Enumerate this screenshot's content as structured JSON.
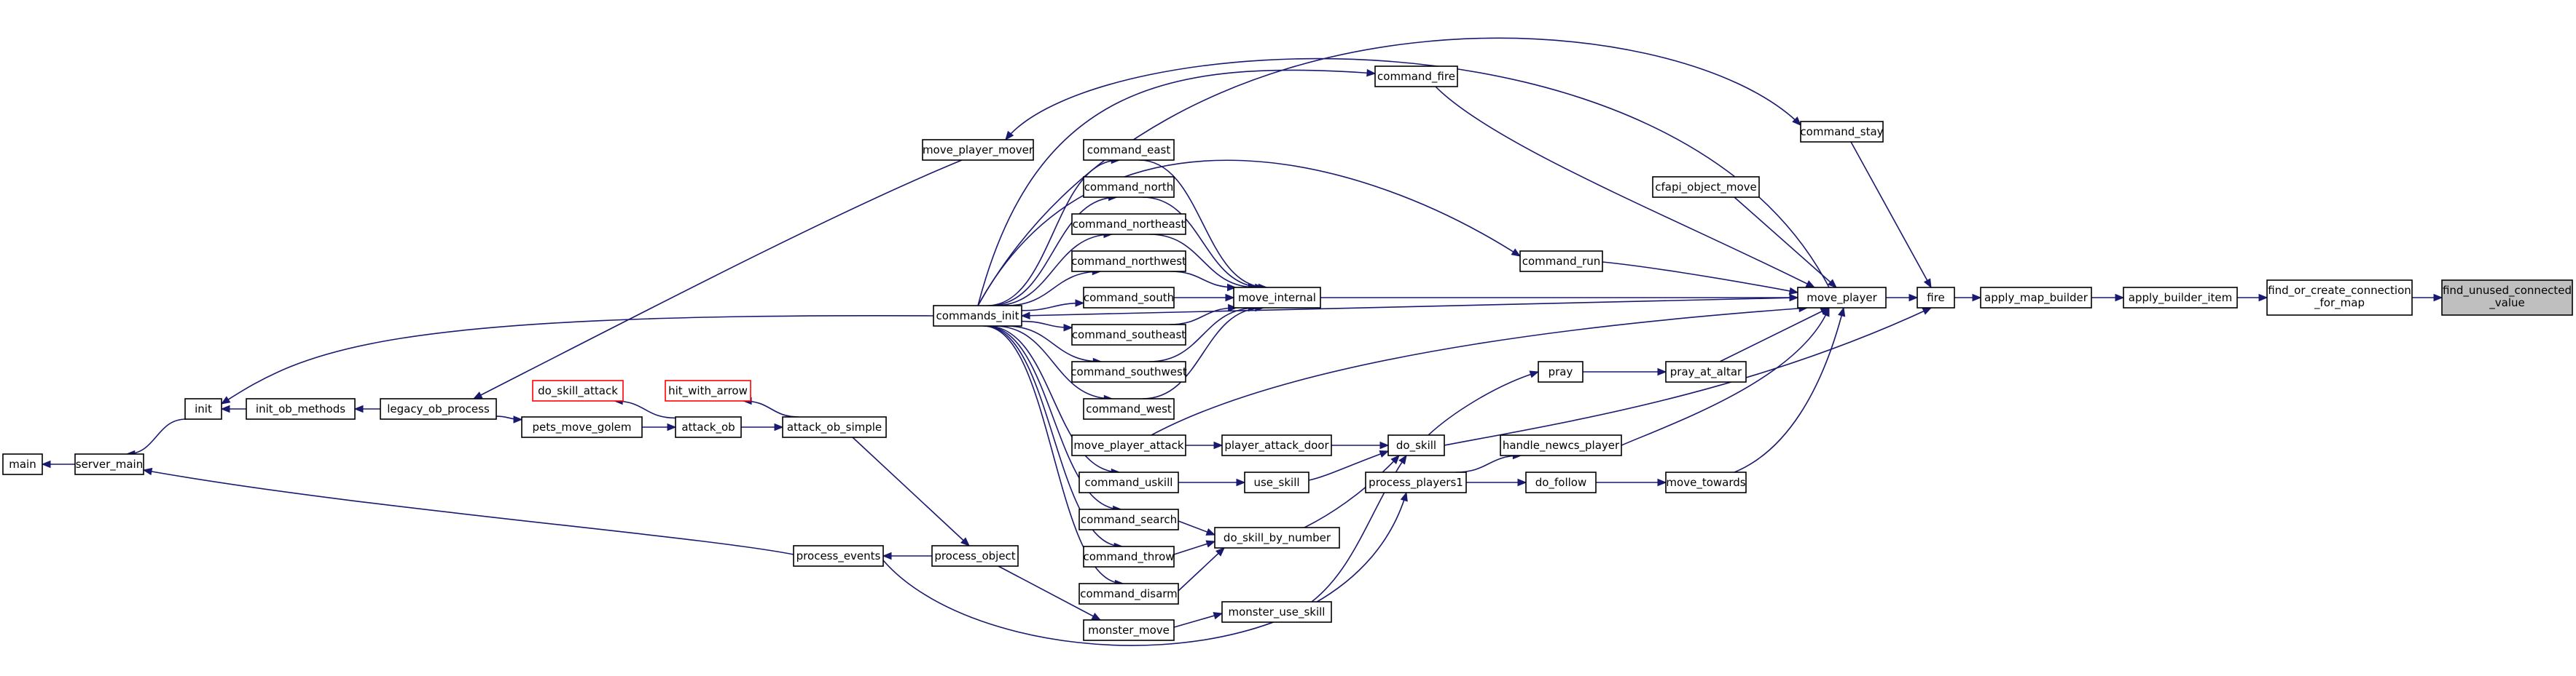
{
  "graph": {
    "title": "",
    "nodes": [
      {
        "id": "main",
        "label": "main"
      },
      {
        "id": "server_main",
        "label": "server_main"
      },
      {
        "id": "init",
        "label": "init"
      },
      {
        "id": "init_ob_methods",
        "label": "init_ob_methods"
      },
      {
        "id": "legacy_ob_process",
        "label": "legacy_ob_process"
      },
      {
        "id": "pets_move_golem",
        "label": "pets_move_golem"
      },
      {
        "id": "do_skill_attack",
        "label": "do_skill_attack",
        "style": "missing"
      },
      {
        "id": "hit_with_arrow",
        "label": "hit_with_arrow",
        "style": "missing"
      },
      {
        "id": "attack_ob",
        "label": "attack_ob"
      },
      {
        "id": "attack_ob_simple",
        "label": "attack_ob_simple"
      },
      {
        "id": "process_events",
        "label": "process_events"
      },
      {
        "id": "process_object",
        "label": "process_object"
      },
      {
        "id": "move_player_mover",
        "label": "move_player_mover"
      },
      {
        "id": "commands_init",
        "label": "commands_init"
      },
      {
        "id": "command_east",
        "label": "command_east"
      },
      {
        "id": "command_north",
        "label": "command_north"
      },
      {
        "id": "command_northeast",
        "label": "command_northeast"
      },
      {
        "id": "command_northwest",
        "label": "command_northwest"
      },
      {
        "id": "command_south",
        "label": "command_south"
      },
      {
        "id": "command_southeast",
        "label": "command_southeast"
      },
      {
        "id": "command_southwest",
        "label": "command_southwest"
      },
      {
        "id": "command_west",
        "label": "command_west"
      },
      {
        "id": "move_player_attack",
        "label": "move_player_attack"
      },
      {
        "id": "command_uskill",
        "label": "command_uskill"
      },
      {
        "id": "command_search",
        "label": "command_search"
      },
      {
        "id": "command_throw",
        "label": "command_throw"
      },
      {
        "id": "command_disarm",
        "label": "command_disarm"
      },
      {
        "id": "monster_move",
        "label": "monster_move"
      },
      {
        "id": "command_fire",
        "label": "command_fire"
      },
      {
        "id": "move_internal",
        "label": "move_internal"
      },
      {
        "id": "player_attack_door",
        "label": "player_attack_door"
      },
      {
        "id": "use_skill",
        "label": "use_skill"
      },
      {
        "id": "do_skill_by_number",
        "label": "do_skill_by_number"
      },
      {
        "id": "monster_use_skill",
        "label": "monster_use_skill"
      },
      {
        "id": "do_skill",
        "label": "do_skill"
      },
      {
        "id": "process_players1",
        "label": "process_players1"
      },
      {
        "id": "handle_newcs_player",
        "label": "handle_newcs_player"
      },
      {
        "id": "do_follow",
        "label": "do_follow"
      },
      {
        "id": "command_run",
        "label": "command_run"
      },
      {
        "id": "pray",
        "label": "pray"
      },
      {
        "id": "pray_at_altar",
        "label": "pray_at_altar"
      },
      {
        "id": "cfapi_object_move",
        "label": "cfapi_object_move"
      },
      {
        "id": "move_towards",
        "label": "move_towards"
      },
      {
        "id": "command_stay",
        "label": "command_stay"
      },
      {
        "id": "move_player",
        "label": "move_player"
      },
      {
        "id": "fire",
        "label": "fire"
      },
      {
        "id": "apply_map_builder",
        "label": "apply_map_builder"
      },
      {
        "id": "apply_builder_item",
        "label": "apply_builder_item"
      },
      {
        "id": "find_or_create_connection_for_map",
        "label": "find_or_create_connection_for_map",
        "lines": [
          "find_or_create_connection",
          "_for_map"
        ]
      },
      {
        "id": "find_unused_connected_value",
        "label": "find_unused_connected_value",
        "lines": [
          "find_unused_connected",
          "_value"
        ],
        "style": "root"
      }
    ],
    "edges": [
      [
        "main",
        "server_main"
      ],
      [
        "server_main",
        "init"
      ],
      [
        "server_main",
        "process_events"
      ],
      [
        "init",
        "init_ob_methods"
      ],
      [
        "init",
        "commands_init"
      ],
      [
        "init_ob_methods",
        "legacy_ob_process"
      ],
      [
        "legacy_ob_process",
        "move_player_mover"
      ],
      [
        "pets_move_golem",
        "legacy_ob_process"
      ],
      [
        "attack_ob",
        "pets_move_golem"
      ],
      [
        "do_skill_attack",
        "attack_ob"
      ],
      [
        "hit_with_arrow",
        "attack_ob_simple"
      ],
      [
        "attack_ob_simple",
        "attack_ob"
      ],
      [
        "process_object",
        "attack_ob_simple"
      ],
      [
        "process_events",
        "process_object"
      ],
      [
        "monster_move",
        "process_object"
      ],
      [
        "monster_use_skill",
        "monster_move"
      ],
      [
        "process_players1",
        "process_events"
      ],
      [
        "command_east",
        "commands_init"
      ],
      [
        "command_north",
        "commands_init"
      ],
      [
        "command_northeast",
        "commands_init"
      ],
      [
        "command_northwest",
        "commands_init"
      ],
      [
        "command_south",
        "commands_init"
      ],
      [
        "command_southeast",
        "commands_init"
      ],
      [
        "command_southwest",
        "commands_init"
      ],
      [
        "command_west",
        "commands_init"
      ],
      [
        "command_uskill",
        "commands_init"
      ],
      [
        "command_search",
        "commands_init"
      ],
      [
        "command_throw",
        "commands_init"
      ],
      [
        "command_disarm",
        "commands_init"
      ],
      [
        "command_fire",
        "commands_init"
      ],
      [
        "command_run",
        "commands_init"
      ],
      [
        "command_stay",
        "commands_init"
      ],
      [
        "move_player_mover",
        "move_player"
      ],
      [
        "commands_init",
        "move_player"
      ],
      [
        "move_player",
        "move_player_attack"
      ],
      [
        "move_internal",
        "command_east"
      ],
      [
        "move_internal",
        "command_north"
      ],
      [
        "move_internal",
        "command_northeast"
      ],
      [
        "move_internal",
        "command_northwest"
      ],
      [
        "move_internal",
        "command_south"
      ],
      [
        "move_internal",
        "command_southeast"
      ],
      [
        "move_internal",
        "command_southwest"
      ],
      [
        "move_internal",
        "command_west"
      ],
      [
        "move_player",
        "move_internal"
      ],
      [
        "player_attack_door",
        "move_player_attack"
      ],
      [
        "do_skill",
        "player_attack_door"
      ],
      [
        "use_skill",
        "command_uskill"
      ],
      [
        "do_skill",
        "use_skill"
      ],
      [
        "do_skill_by_number",
        "command_search"
      ],
      [
        "do_skill_by_number",
        "command_throw"
      ],
      [
        "do_skill_by_number",
        "command_disarm"
      ],
      [
        "do_skill",
        "do_skill_by_number"
      ],
      [
        "do_skill",
        "monster_use_skill"
      ],
      [
        "pray",
        "do_skill"
      ],
      [
        "fire",
        "do_skill"
      ],
      [
        "handle_newcs_player",
        "process_players1"
      ],
      [
        "do_follow",
        "process_players1"
      ],
      [
        "move_towards",
        "do_follow"
      ],
      [
        "move_player",
        "handle_newcs_player"
      ],
      [
        "move_player",
        "command_fire"
      ],
      [
        "move_player",
        "command_run"
      ],
      [
        "move_player",
        "cfapi_object_move"
      ],
      [
        "move_player",
        "pray_at_altar"
      ],
      [
        "move_player",
        "move_towards"
      ],
      [
        "pray_at_altar",
        "pray"
      ],
      [
        "fire",
        "command_stay"
      ],
      [
        "fire",
        "move_player"
      ],
      [
        "apply_map_builder",
        "fire"
      ],
      [
        "apply_builder_item",
        "apply_map_builder"
      ],
      [
        "find_or_create_connection_for_map",
        "apply_builder_item"
      ],
      [
        "find_unused_connected_value",
        "find_or_create_connection_for_map"
      ]
    ]
  }
}
